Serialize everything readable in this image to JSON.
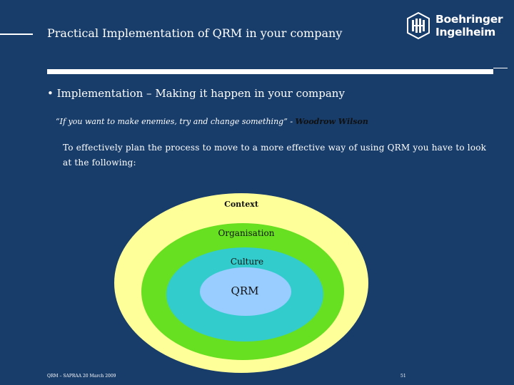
{
  "header": {
    "title": "Practical Implementation of QRM in your company",
    "logo": {
      "line1": "Boehringer",
      "line2": "Ingelheim"
    }
  },
  "content": {
    "bullet": "• Implementation – Making it happen in your company",
    "quote": "“If you want to make enemies, try and change something”  -",
    "quote_author": "Woodrow Wilson",
    "paragraph": "To effectively plan the process to move to a more effective way of using QRM you have to look at the following:"
  },
  "diagram": {
    "labels": {
      "context": "Context",
      "organisation": "Organisation",
      "culture": "Culture",
      "qrm": "QRM"
    },
    "colors": {
      "context": "#ffff99",
      "organisation": "#66e020",
      "culture": "#33cccc",
      "qrm": "#99ccff",
      "background": "#183d6b"
    }
  },
  "footer": {
    "left": "QRM – SAPRAA 20 March 2009",
    "page": "51"
  }
}
